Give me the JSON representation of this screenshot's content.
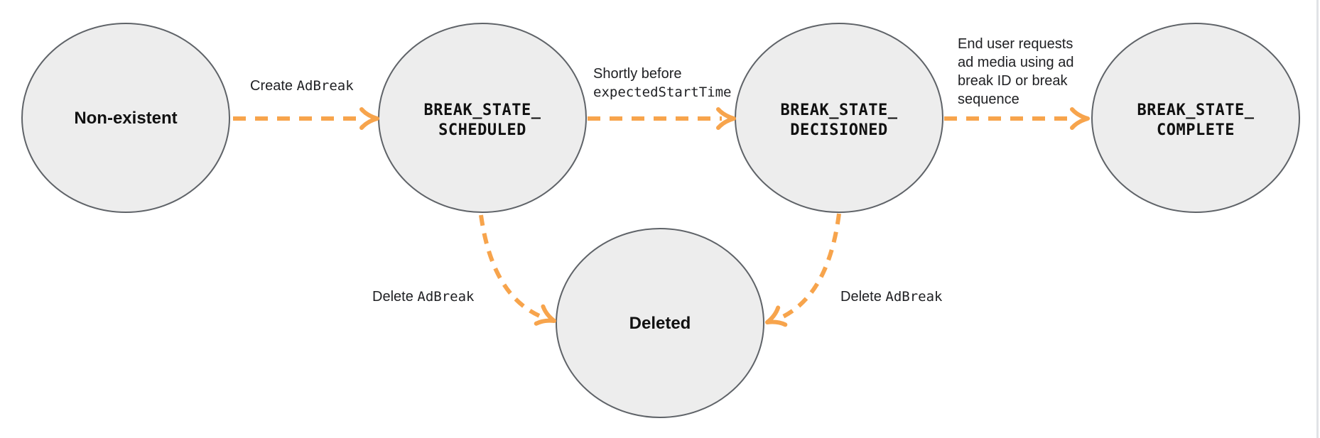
{
  "colors": {
    "node_fill": "#ededed",
    "node_stroke": "#5f6368",
    "arrow": "#f7a44c",
    "text": "#202124",
    "edge_strip": "#dadce0"
  },
  "nodes": {
    "non_existent": {
      "label": "Non-existent"
    },
    "scheduled": {
      "line1": "BREAK_STATE_",
      "line2": "SCHEDULED"
    },
    "decisioned": {
      "line1": "BREAK_STATE_",
      "line2": "DECISIONED"
    },
    "complete": {
      "line1": "BREAK_STATE_",
      "line2": "COMPLETE"
    },
    "deleted": {
      "label": "Deleted"
    }
  },
  "edges": {
    "create": {
      "plain": "Create ",
      "code": "AdBreak"
    },
    "decision": {
      "line1_plain": "Shortly before",
      "line2_code": "expectedStartTime"
    },
    "complete": {
      "line1": "End user requests",
      "line2": "ad media using ad",
      "line3": "break ID or break",
      "line4": "sequence"
    },
    "delete_from_scheduled": {
      "plain": "Delete ",
      "code": "AdBreak"
    },
    "delete_from_decisioned": {
      "plain": "Delete ",
      "code": "AdBreak"
    }
  }
}
